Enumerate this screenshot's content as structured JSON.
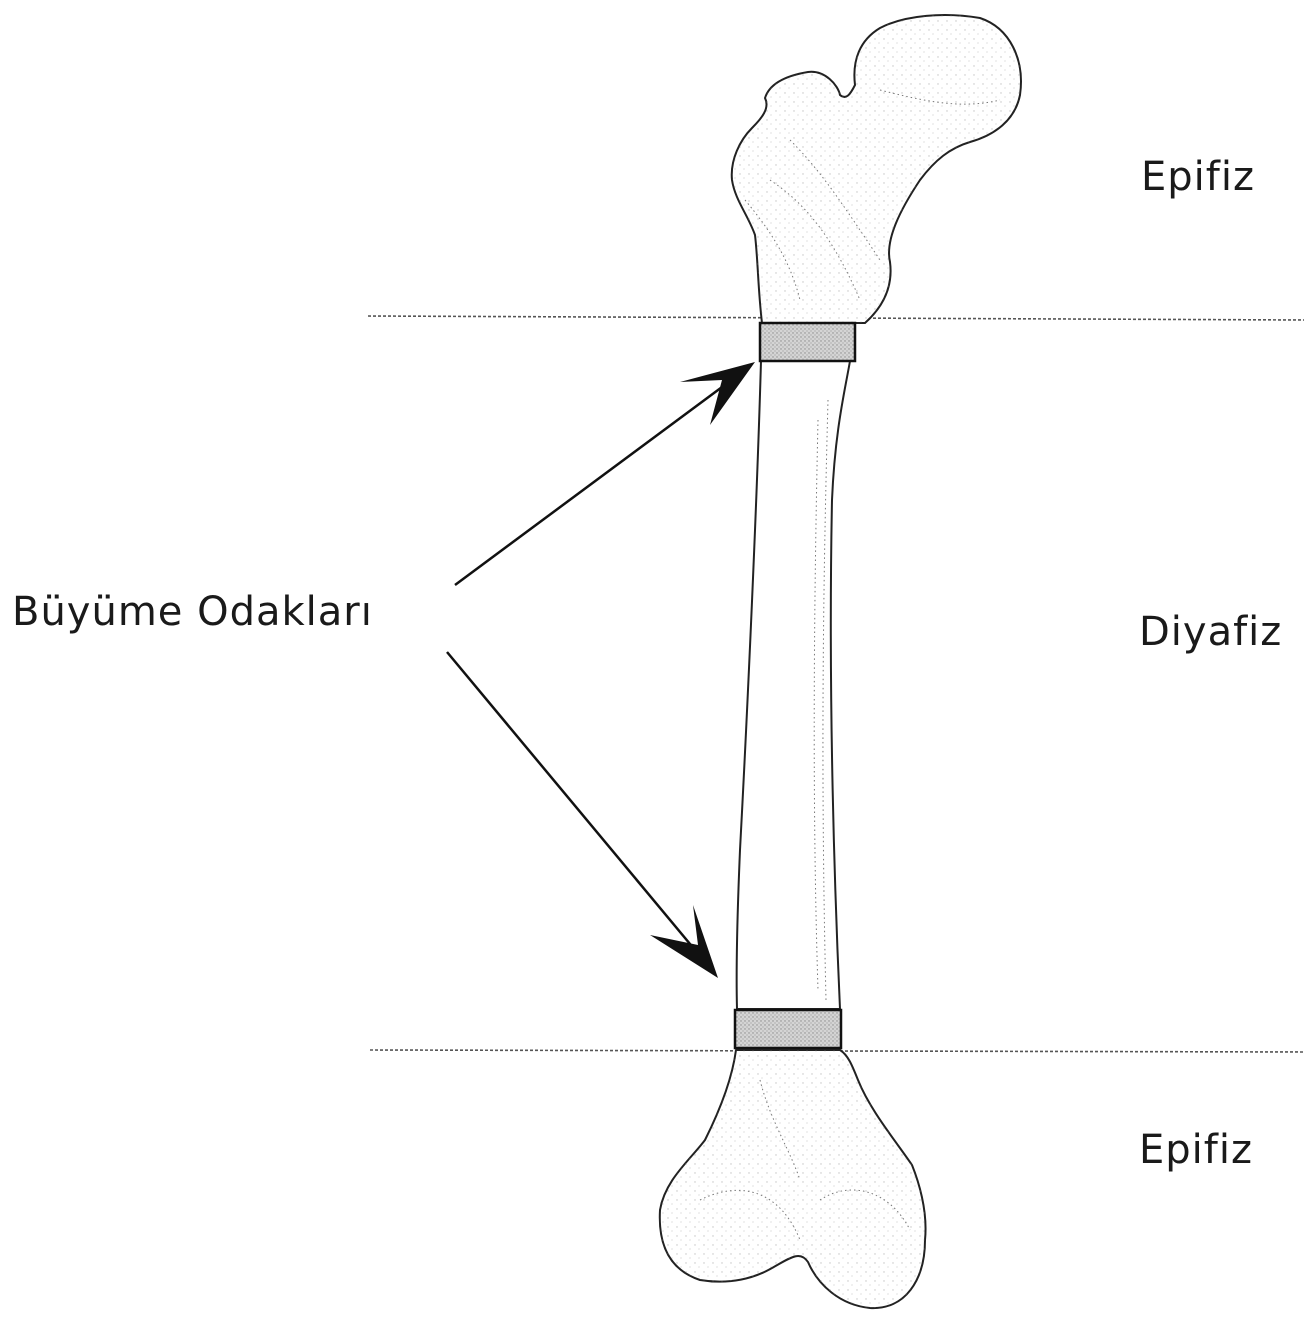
{
  "labels": {
    "epiphysis_top": "Epifiz",
    "diaphysis": "Diyafiz",
    "epiphysis_bottom": "Epifiz",
    "growth_centers": "Büyüme Odakları"
  },
  "colors": {
    "ink": "#111111",
    "plate_fill": "#c8c8c8",
    "background": "#ffffff"
  }
}
